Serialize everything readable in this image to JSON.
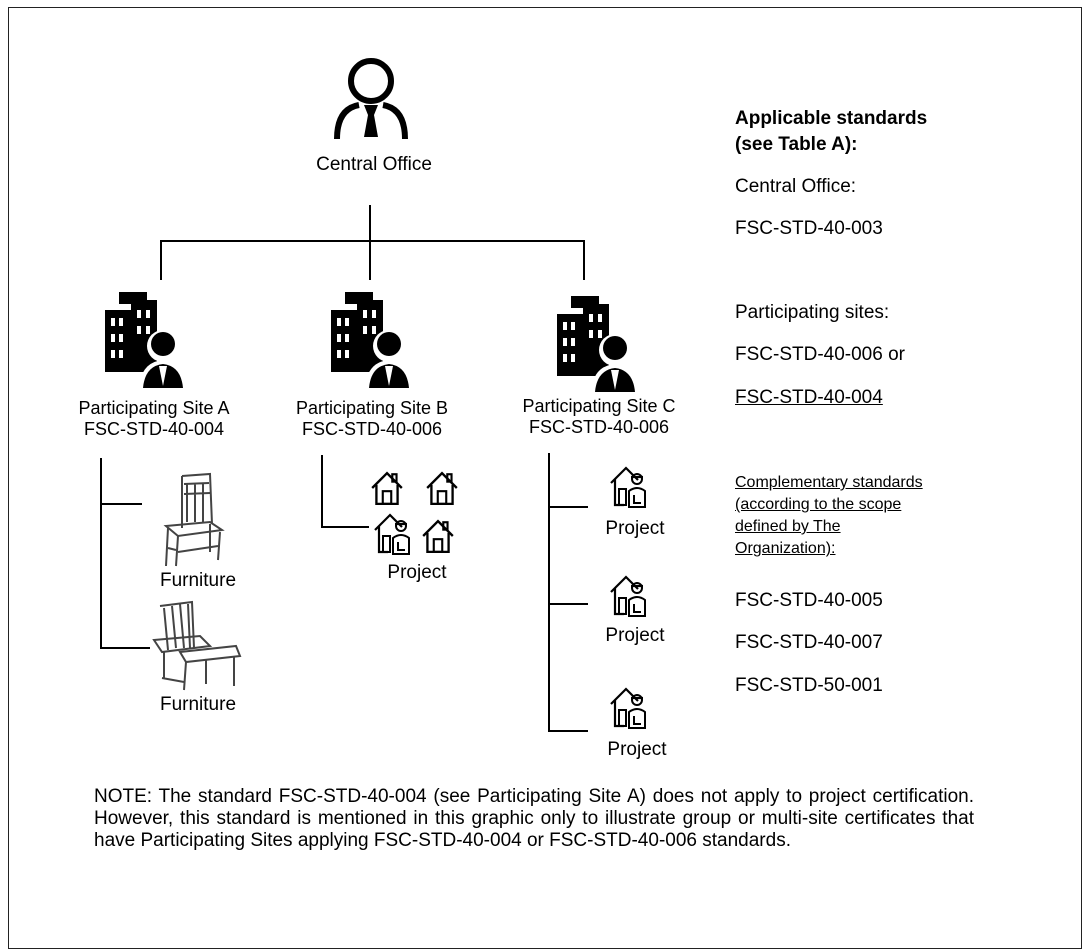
{
  "central": {
    "label": "Central Office"
  },
  "sites": [
    {
      "name": "Participating Site A",
      "standard": "FSC-STD-40-004"
    },
    {
      "name": "Participating Site B",
      "standard": "FSC-STD-40-006"
    },
    {
      "name": "Participating Site C",
      "standard": "FSC-STD-40-006"
    }
  ],
  "site_a_items": [
    "Furniture",
    "Furniture"
  ],
  "site_b_items": [
    "Project"
  ],
  "site_c_items": [
    "Project",
    "Project",
    "Project"
  ],
  "standards_panel": {
    "heading_line1": "Applicable standards",
    "heading_line2": "(see Table A):",
    "central_label": "Central Office:",
    "central_std": "FSC-STD-40-003",
    "sites_label": "Participating sites:",
    "sites_std1": "FSC-STD-40-006 or",
    "sites_std2": "FSC-STD-40-004",
    "complementary_line1": "Complementary standards",
    "complementary_line2": "(according to the scope",
    "complementary_line3": "defined by The",
    "complementary_line4": "Organization):",
    "comp_std1": "FSC-STD-40-005",
    "comp_std2": "FSC-STD-40-007",
    "comp_std3": "FSC-STD-50-001"
  },
  "note": "NOTE: The standard FSC-STD-40-004 (see Participating Site A) does not apply to project certification. However, this standard is mentioned in this graphic only to illustrate group or multi-site certificates that have Participating Sites applying FSC-STD-40-004 or FSC-STD-40-006 standards.",
  "icons": {
    "central": "person-icon",
    "site": "building-with-person-icon",
    "furniture_1": "chair-icon",
    "furniture_2": "adirondack-chair-icon",
    "house": "house-icon",
    "project": "house-with-worker-icon"
  }
}
